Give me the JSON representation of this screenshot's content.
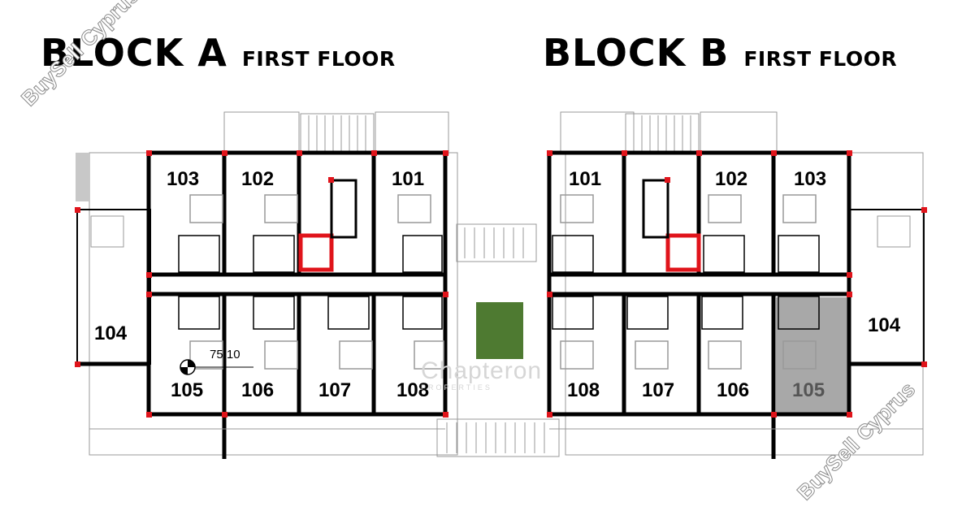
{
  "block_a": {
    "title": "BLOCK A",
    "floor": "FIRST FLOOR",
    "units": {
      "u101": "101",
      "u102": "102",
      "u103": "103",
      "u104": "104",
      "u105": "105",
      "u106": "106",
      "u107": "107",
      "u108": "108"
    },
    "level_marker": "75.10"
  },
  "block_b": {
    "title": "BLOCK B",
    "floor": "FIRST FLOOR",
    "units": {
      "u101": "101",
      "u102": "102",
      "u103": "103",
      "u104": "104",
      "u105": "105",
      "u106": "106",
      "u107": "107",
      "u108": "108"
    },
    "highlighted_unit": "105"
  },
  "watermarks": {
    "brand": "BuySell Cyprus",
    "agency": "Chapteron",
    "agency_tagline": "PROPERTIES"
  },
  "colors": {
    "wall": "#000000",
    "wall_corner": "#e0141b",
    "courtyard": "#4e7a31",
    "highlight": "#a8a8a8"
  }
}
